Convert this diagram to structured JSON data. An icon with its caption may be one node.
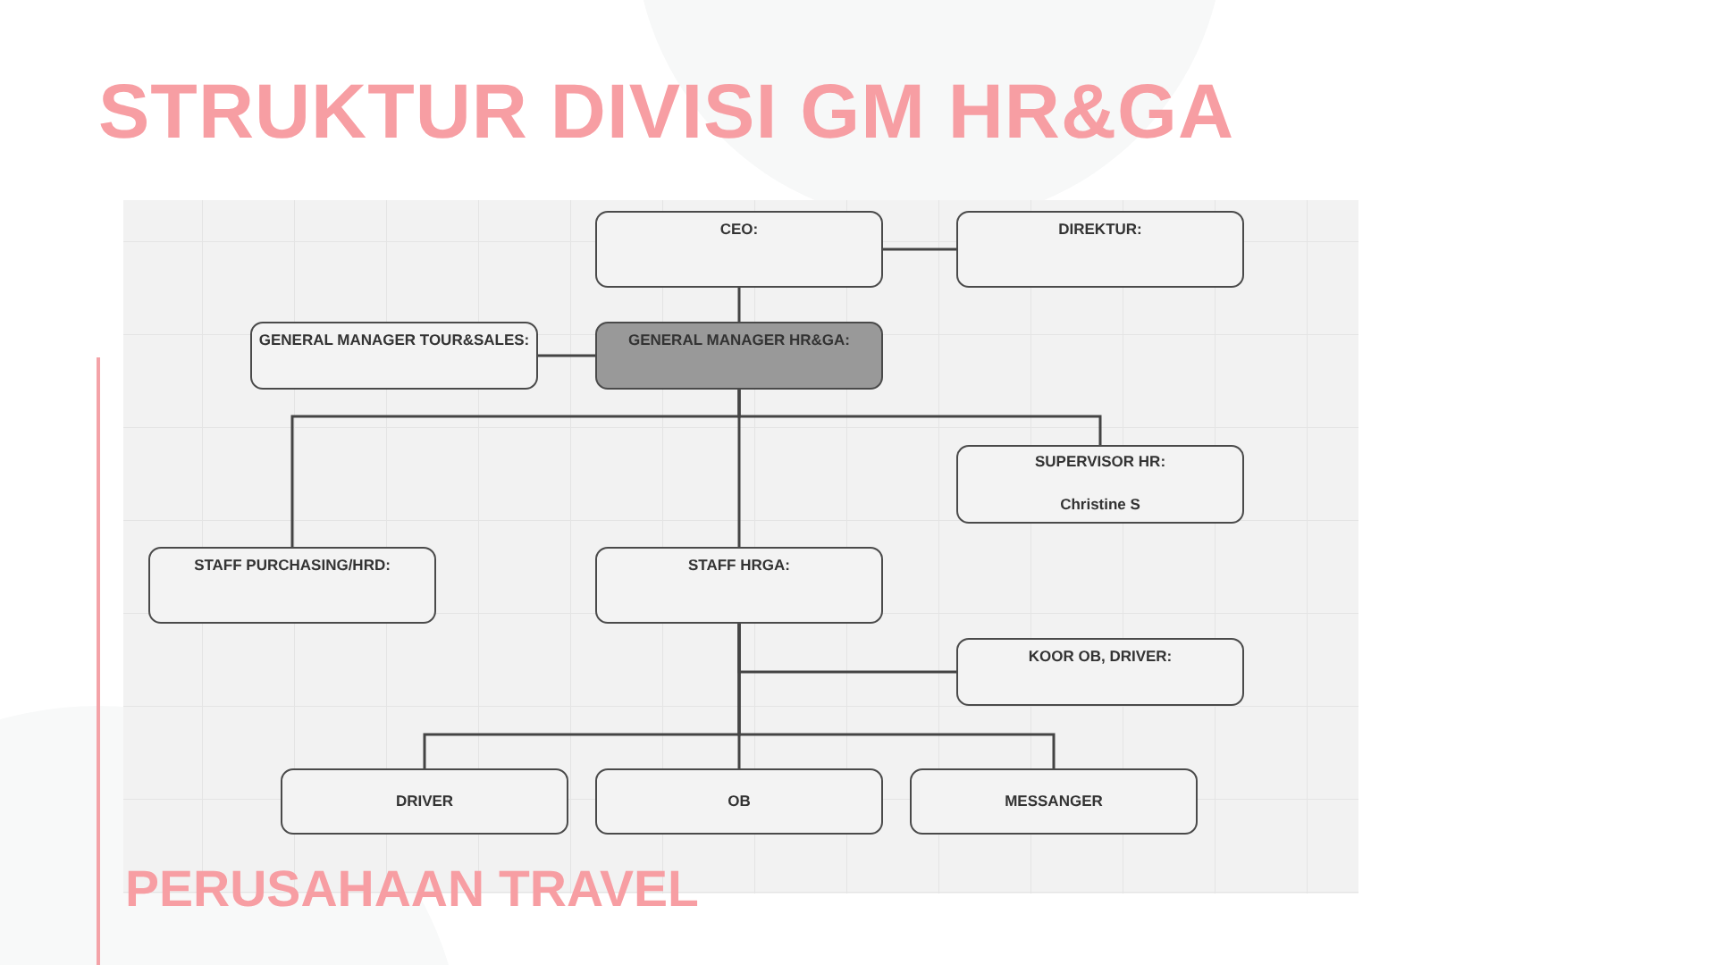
{
  "diagram": {
    "title": "STRUKTUR DIVISI GM HR&GA",
    "caption": "PERUSAHAAN TRAVEL",
    "nodes": [
      {
        "text": [
          "CEO:"
        ]
      },
      {
        "text": [
          "DIREKTUR:"
        ]
      },
      {
        "text": [
          "GENERAL MANAGER TOUR&SALES:"
        ]
      },
      {
        "text": [
          "GENERAL MANAGER HR&GA:"
        ]
      },
      {
        "text": [
          "SUPERVISOR HR:",
          "Christine S"
        ]
      },
      {
        "text": [
          "STAFF PURCHASING/HRD:"
        ]
      },
      {
        "text": [
          "STAFF HRGA:"
        ]
      },
      {
        "text": [
          "KOOR OB, DRIVER:"
        ]
      },
      {
        "text": [
          "DRIVER"
        ]
      },
      {
        "text": [
          "OB"
        ]
      },
      {
        "text": [
          "MESSANGER"
        ]
      }
    ],
    "edges": [
      {
        "from": 0,
        "to": 1,
        "arrow": "none"
      },
      {
        "from": 0,
        "to": 3,
        "arrow": "none"
      },
      {
        "from": 2,
        "to": 3,
        "arrow": "none"
      },
      {
        "from": 3,
        "to": 5,
        "arrow": "none"
      },
      {
        "from": 3,
        "to": 6,
        "arrow": "none"
      },
      {
        "from": 3,
        "to": 4,
        "arrow": "none"
      },
      {
        "from": 6,
        "to": 7,
        "arrow": "none"
      },
      {
        "from": 6,
        "to": 8,
        "arrow": "none"
      },
      {
        "from": 6,
        "to": 9,
        "arrow": "none"
      },
      {
        "from": 6,
        "to": 10,
        "arrow": "none"
      }
    ]
  }
}
